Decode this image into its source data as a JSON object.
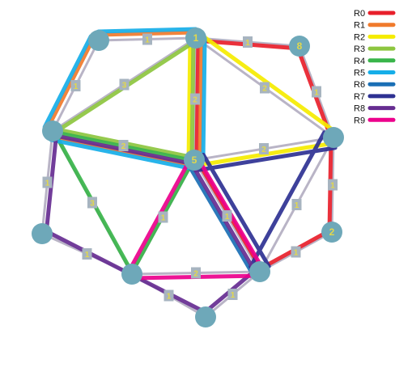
{
  "nodes": [
    {
      "id": "n1",
      "label": ""
    },
    {
      "id": "n2",
      "label": "1"
    },
    {
      "id": "n3",
      "label": "8"
    },
    {
      "id": "n4",
      "label": ""
    },
    {
      "id": "n5",
      "label": "5"
    },
    {
      "id": "n6",
      "label": ""
    },
    {
      "id": "n7",
      "label": ""
    },
    {
      "id": "n8",
      "label": ""
    },
    {
      "id": "n9",
      "label": "2"
    },
    {
      "id": "n10",
      "label": ""
    },
    {
      "id": "n11",
      "label": ""
    }
  ],
  "edges": [
    {
      "from": "n1",
      "to": "n2",
      "weight": "1"
    },
    {
      "from": "n2",
      "to": "n3",
      "weight": "1"
    },
    {
      "from": "n3",
      "to": "n6",
      "weight": "1"
    },
    {
      "from": "n1",
      "to": "n4",
      "weight": "1"
    },
    {
      "from": "n2",
      "to": "n4",
      "weight": "3"
    },
    {
      "from": "n2",
      "to": "n5",
      "weight": "2"
    },
    {
      "from": "n2",
      "to": "n6",
      "weight": "2"
    },
    {
      "from": "n4",
      "to": "n5",
      "weight": "2"
    },
    {
      "from": "n5",
      "to": "n6",
      "weight": "2"
    },
    {
      "from": "n4",
      "to": "n7",
      "weight": "1"
    },
    {
      "from": "n4",
      "to": "n8",
      "weight": "3"
    },
    {
      "from": "n5",
      "to": "n8",
      "weight": "1"
    },
    {
      "from": "n5",
      "to": "n10",
      "weight": "1"
    },
    {
      "from": "n6",
      "to": "n10",
      "weight": "1"
    },
    {
      "from": "n6",
      "to": "n9",
      "weight": "1"
    },
    {
      "from": "n9",
      "to": "n10",
      "weight": "1"
    },
    {
      "from": "n7",
      "to": "n8",
      "weight": "1"
    },
    {
      "from": "n8",
      "to": "n10",
      "weight": "2"
    },
    {
      "from": "n8",
      "to": "n11",
      "weight": "1"
    },
    {
      "from": "n10",
      "to": "n11",
      "weight": "1"
    }
  ],
  "routes": [
    {
      "name": "R0",
      "color": "#e8202b",
      "path": [
        "n2",
        "n3",
        "n6",
        "n9",
        "n10",
        "n5",
        "n2"
      ]
    },
    {
      "name": "R1",
      "color": "#f07a2c",
      "path": [
        "n5",
        "n4",
        "n1",
        "n2",
        "n5"
      ]
    },
    {
      "name": "R2",
      "color": "#f5ec00",
      "path": [
        "n2",
        "n5",
        "n6",
        "n2"
      ]
    },
    {
      "name": "R3",
      "color": "#8dc63f",
      "path": [
        "n2",
        "n4",
        "n5",
        "n2"
      ]
    },
    {
      "name": "R4",
      "color": "#39b54a",
      "path": [
        "n4",
        "n5",
        "n8",
        "n4"
      ]
    },
    {
      "name": "R5",
      "color": "#16aee8",
      "path": [
        "n5",
        "n4",
        "n1",
        "n2",
        "n5"
      ]
    },
    {
      "name": "R6",
      "color": "#1a6fb5",
      "path": [
        "n5",
        "n10"
      ]
    },
    {
      "name": "R7",
      "color": "#2e3192",
      "path": [
        "n5",
        "n6",
        "n10",
        "n5"
      ]
    },
    {
      "name": "R8",
      "color": "#662d91",
      "path": [
        "n5",
        "n4",
        "n7",
        "n11",
        "n10",
        "n5"
      ]
    },
    {
      "name": "R9",
      "color": "#ec008c",
      "path": [
        "n5",
        "n8",
        "n10",
        "n5"
      ]
    }
  ]
}
